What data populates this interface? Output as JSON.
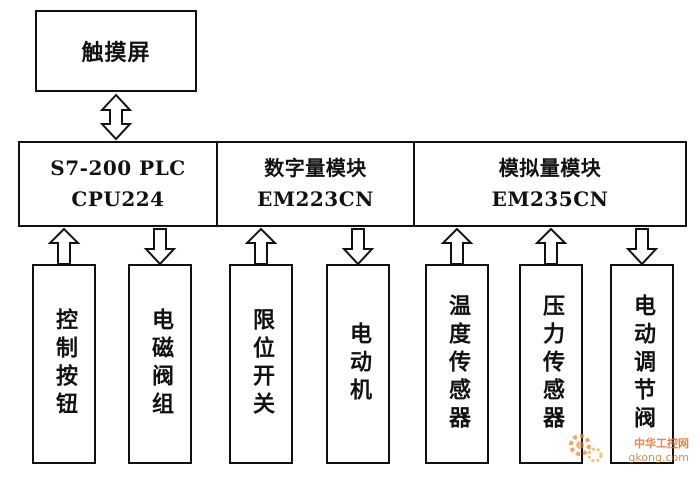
{
  "touchscreen": "触摸屏",
  "system": {
    "plc_line1": "S7-200 PLC",
    "plc_line2": "CPU224",
    "digital_line1": "数字量模块",
    "digital_line2": "EM223CN",
    "analog_line1": "模拟量模块",
    "analog_line2": "EM235CN"
  },
  "devices": [
    {
      "label": "控制按钮",
      "direction": "input"
    },
    {
      "label": "电磁阀组",
      "direction": "output"
    },
    {
      "label": "限位开关",
      "direction": "input"
    },
    {
      "label": "电动机",
      "direction": "output"
    },
    {
      "label": "温度传感器",
      "direction": "input"
    },
    {
      "label": "压力传感器",
      "direction": "input"
    },
    {
      "label": "电动调节阀",
      "direction": "output"
    }
  ],
  "watermark": {
    "line1": "中华工控网",
    "line2": "gkong.com"
  },
  "colors": {
    "stroke": "#111111",
    "watermark": "#e3661e"
  }
}
